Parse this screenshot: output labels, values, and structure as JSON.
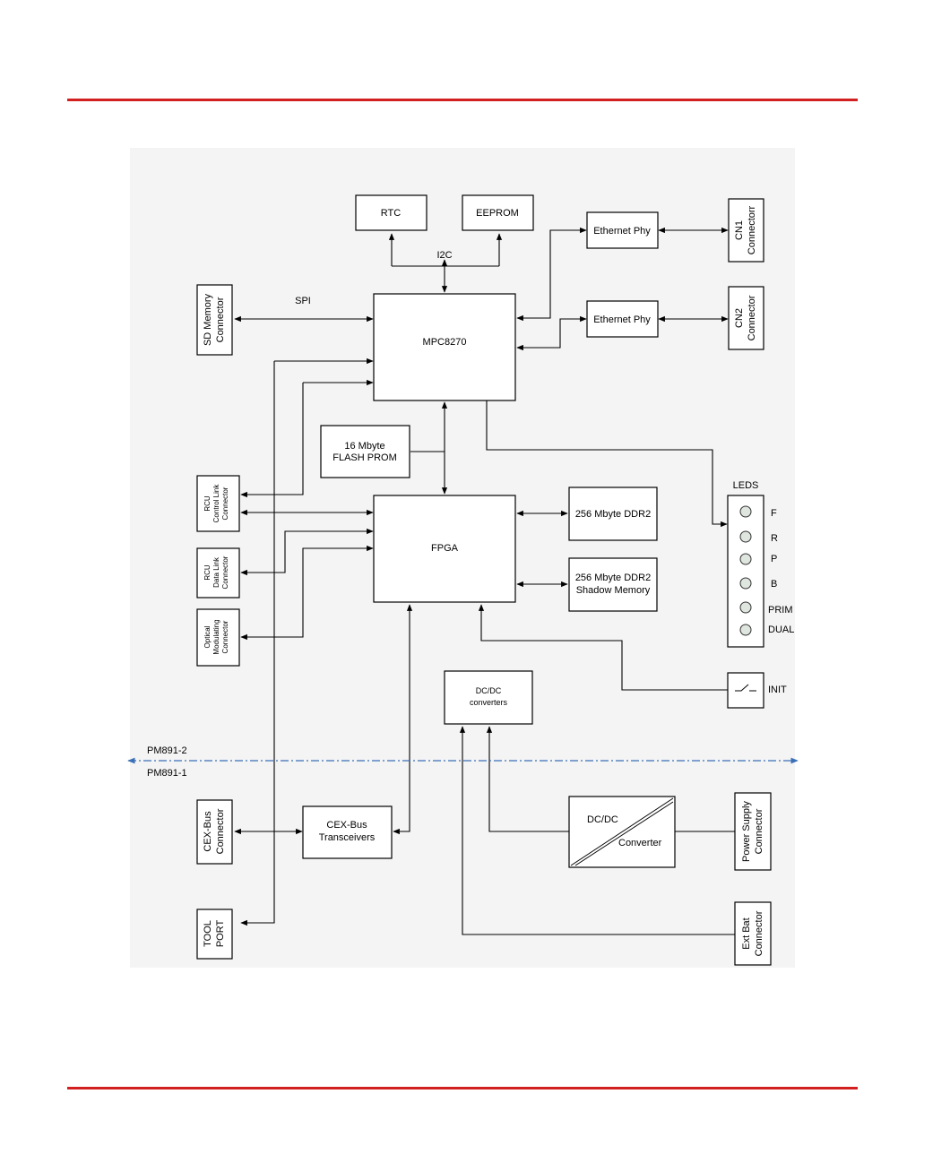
{
  "header_rule_color": "#d21f1f",
  "labels": {
    "rtc": "RTC",
    "eeprom": "EEPROM",
    "i2c": "I2C",
    "spi": "SPI",
    "cpu": "MPC8270",
    "eth_phy_1": "Ethernet Phy",
    "eth_phy_2": "Ethernet Phy",
    "cn1_line1": "CN1",
    "cn1_line2": "Connectorr",
    "cn2_line1": "CN2",
    "cn2_line2": "Connector",
    "sd_line1": "SD Memory",
    "sd_line2": "Connector",
    "flash_line1": "16 Mbyte",
    "flash_line2": "FLASH PROM",
    "fpga": "FPGA",
    "ddr2": "256 Mbyte DDR2",
    "ddr2_shadow_line1": "256 Mbyte DDR2",
    "ddr2_shadow_line2": "Shadow Memory",
    "rcu_ctrl_line1": "RCU",
    "rcu_ctrl_line2": "Control Link",
    "rcu_ctrl_line3": "Connector",
    "rcu_data_line1": "RCU",
    "rcu_data_line2": "Data Link",
    "rcu_data_line3": "Connector",
    "optical_line1": "Optical",
    "optical_line2": "Modulating",
    "optical_line3": "Connector",
    "leds_title": "LEDS",
    "led_names": [
      "F",
      "R",
      "P",
      "B",
      "PRIM",
      "DUAL"
    ],
    "init": "INIT",
    "dcdc_conv_line1": "DC/DC",
    "dcdc_conv_line2": "converters",
    "pm_upper": "PM891-2",
    "pm_lower": "PM891-1",
    "cex_conn_line1": "CEX-Bus",
    "cex_conn_line2": "Connector",
    "cex_trans_line1": "CEX-Bus",
    "cex_trans_line2": "Transceivers",
    "dcdc_main_top": "DC/DC",
    "dcdc_main_bottom": "Converter",
    "psu_line1": "Power Supply",
    "psu_line2": "Connector",
    "tool_line1": "TOOL",
    "tool_line2": "PORT",
    "extbat_line1": "Ext Bat",
    "extbat_line2": "Connector"
  }
}
